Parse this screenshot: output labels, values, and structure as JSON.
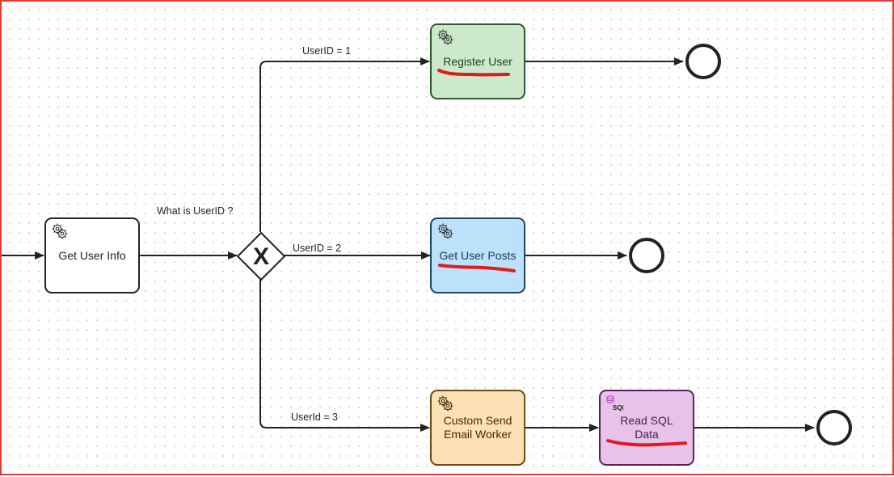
{
  "diagram": {
    "tasks": {
      "get_user_info": "Get User Info",
      "register_user": "Register User",
      "get_user_posts": "Get User Posts",
      "custom_send_email": "Custom Send Email Worker",
      "read_sql_data": "Read SQL Data"
    },
    "gateway": {
      "question": "What is UserID ?",
      "symbol": "X"
    },
    "conditions": {
      "branch1": "UserID = 1",
      "branch2": "UserID = 2",
      "branch3": "UserId = 3"
    },
    "sql_icon_text": "SQL"
  },
  "colors": {
    "register_fill": "#cde9cc",
    "posts_fill": "#bde0fb",
    "email_fill": "#fde0b4",
    "sql_fill": "#e7c3e9",
    "annotation_red": "#e01b1b",
    "frame_red": "#e53935"
  },
  "icons": {
    "service_task": "gear-icon",
    "sql_task": "database-sql-icon",
    "end_event": "end-circle",
    "gateway": "exclusive-gateway-x"
  }
}
